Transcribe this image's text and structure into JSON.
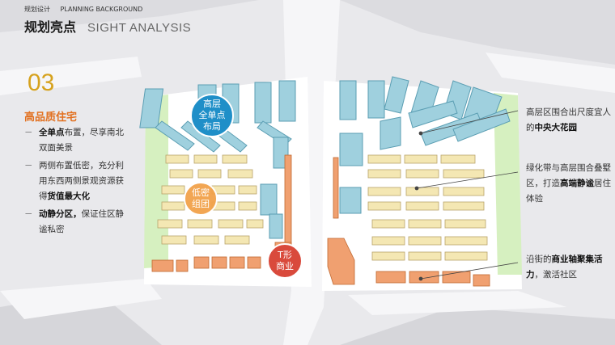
{
  "header": {
    "label_cn": "规划设计",
    "label_en": "PLANNING BACKGROUND",
    "title": "规划亮点",
    "subtitle": "SIGHT ANALYSIS"
  },
  "section": {
    "number": "03",
    "title": "高品质住宅"
  },
  "bullets": [
    {
      "dash": "－",
      "bold": "全单点",
      "text": "布置，尽享南北双面美景"
    },
    {
      "dash": "－",
      "pre": "两侧布置低密，充分利用东西两侧景观资源获得",
      "bold": "货值最大化"
    },
    {
      "dash": "－",
      "bold": "动静分区，",
      "text": "保证住区静谧私密"
    }
  ],
  "circles": {
    "high": {
      "line1": "高层",
      "line2": "全单点",
      "line3": "布局"
    },
    "low": {
      "line1": "低密",
      "line2": "组团"
    },
    "commerce": {
      "line1": "T形",
      "line2": "商业"
    }
  },
  "annotations": [
    {
      "text1": "高层区围合出尺度宜人的",
      "bold": "中央大花园"
    },
    {
      "text1": "绿化带与高层围合叠墅区，打造",
      "bold": "高端静谧",
      "text2": "居住体验"
    },
    {
      "text1": "沿街的",
      "bold": "商业轴聚集活力",
      "text2": "，激活社区"
    }
  ],
  "colors": {
    "accent_orange": "#e2701f",
    "accent_gold": "#d6a21e",
    "highrise": "#9fd0de",
    "villa": "#f4e7b3",
    "commercial": "#f0a070",
    "circle_blue": "#1f8fc8",
    "circle_orange": "#f2a24a",
    "circle_red": "#d94a3c"
  }
}
